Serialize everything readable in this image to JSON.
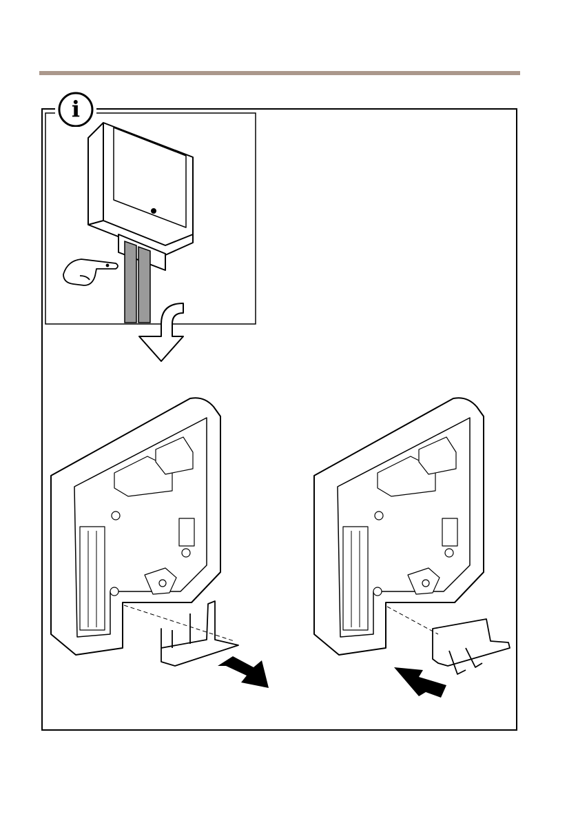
{
  "page": {
    "accent_color": "#ab988c",
    "line_color": "#000000",
    "cable_color": "#9a9a9a"
  },
  "info_badge": {
    "icon": "info-icon",
    "glyph": "i"
  },
  "illustration": {
    "steps": [
      {
        "id": "inset",
        "icon": "device-with-cables-illustration"
      },
      {
        "id": "down-arrow",
        "icon": "arrow-down-icon"
      },
      {
        "id": "remove-cover",
        "icon": "cable-cover-remove-illustration"
      },
      {
        "id": "insert-cover",
        "icon": "cable-cover-insert-illustration"
      }
    ]
  }
}
